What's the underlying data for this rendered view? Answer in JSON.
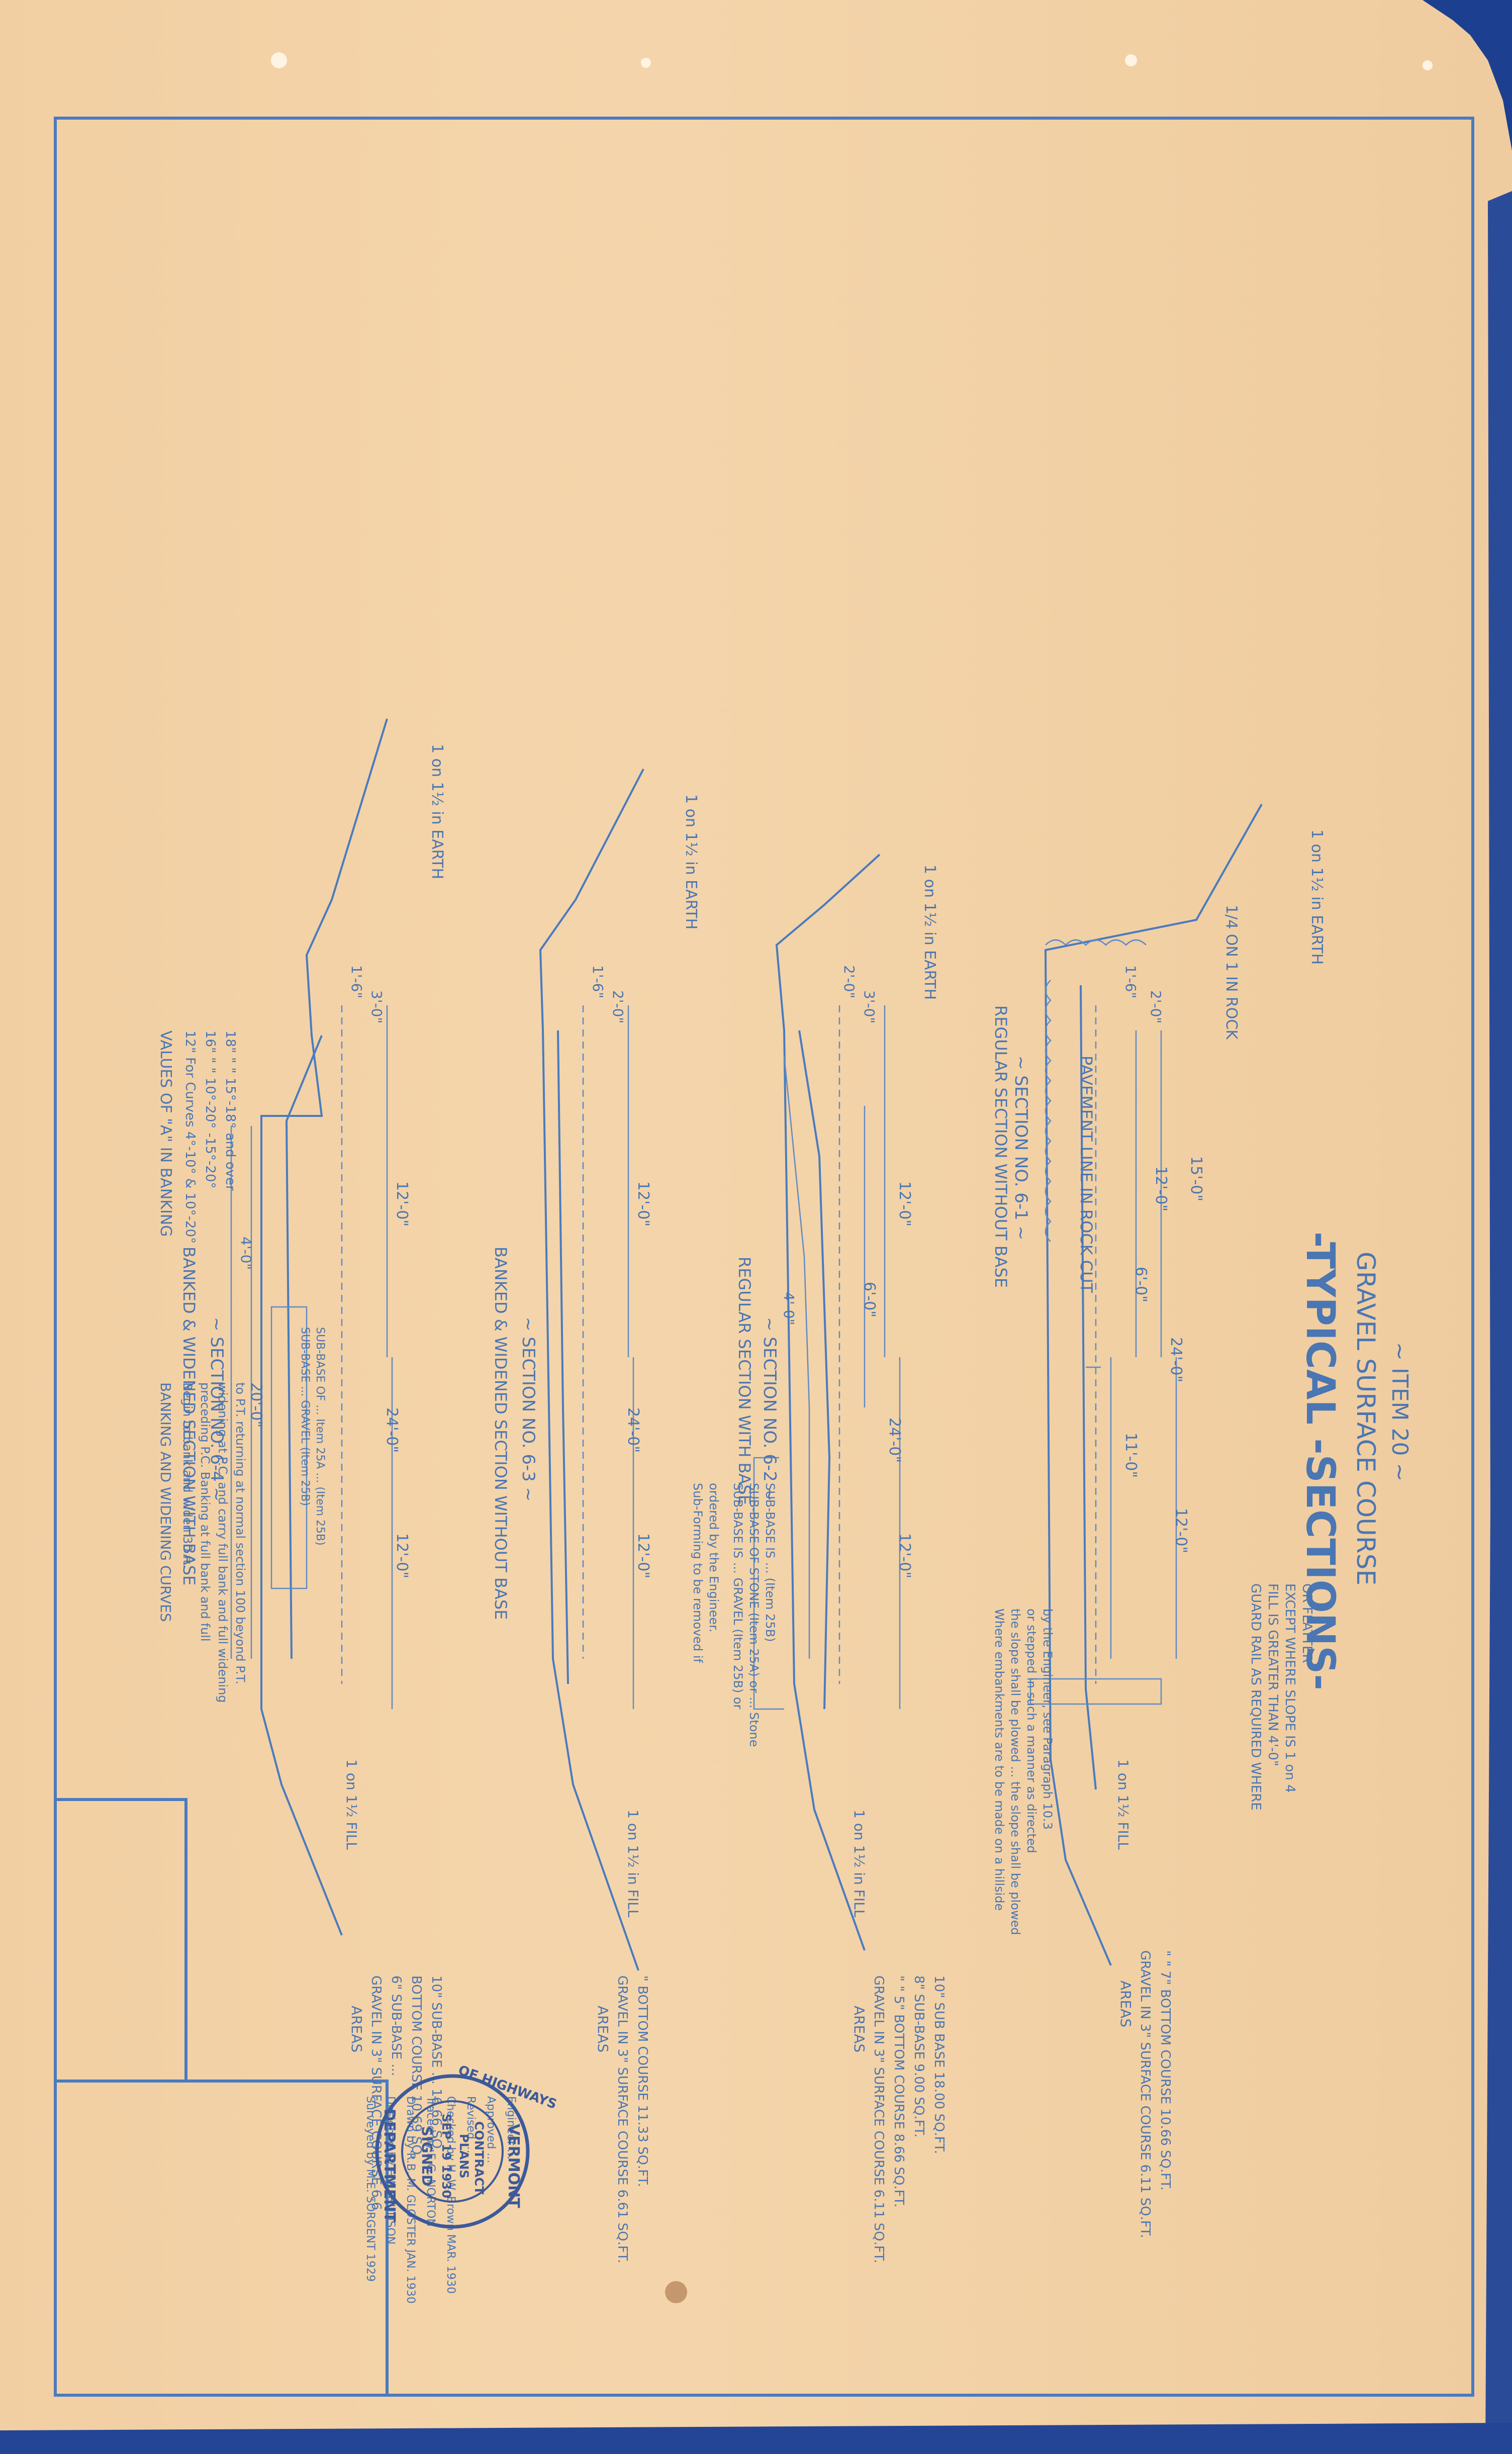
{
  "title": {
    "main": "-TYPICAL -SECTIONS-",
    "sub": "GRAVEL SURFACE COURSE",
    "item": "~ ITEM 20 ~"
  },
  "sections": [
    {
      "label": "~ SECTION NO. 6-1 ~",
      "caption": "REGULAR SECTION WITHOUT BASE",
      "slope_top": "1 on 1½ in EARTH",
      "slope_rock": "1/4 ON 1 IN ROCK",
      "rock_note": "PAVEMENT LINE IN ROCK CUT",
      "ditch": "1'-6\"",
      "depth_a": "2'-0\"",
      "half": "11'-0\"",
      "total": "24'-0\"",
      "shoulder": "15'-0\"",
      "lane": "6'-0\"",
      "lane_b": "12'-0\"",
      "fill_slope": "1 on 1½ FILL",
      "guard_note": [
        "GUARD RAIL AS REQUIRED WHERE",
        "FILL IS GREATER THAN 4'-0\"",
        "EXCEPT WHERE SLOPE IS 1 on 4",
        "OR FLATTER"
      ],
      "hillside_note": [
        "Where embankments are to be made on a hillside",
        "the slope shall be plowed ... the slope shall be plowed",
        "or stepped in such a manner as directed",
        "by the Engineer, see Paragraph 10.3"
      ],
      "areas_title": "AREAS",
      "areas": [
        "GRAVEL IN 3\" SURFACE COURSE  6.11 SQ.FT.",
        "\"   \" 7\" BOTTOM COURSE  10.66 SQ.FT."
      ]
    },
    {
      "label": "~ SECTION NO. 6-2 ~",
      "caption": "REGULAR SECTION WITH BASE",
      "slope_top": "1 on 1½ in EARTH",
      "ditch": "2'-0\"",
      "depth_a": "3'-0\"",
      "half": "12'-0\"",
      "total": "24'-0\"",
      "lane": "6'-0\"",
      "side": "4'-0\"",
      "fill_slope": "1 on 1½ in FILL",
      "base_note": [
        "SUB-BASE IS ... GRAVEL (Item 25B) or",
        "SUB-BASE OF STONE (Item 25A) or ... Stone",
        "SUB-BASE IS ... (Item 25B)"
      ],
      "forming_note": [
        "Sub-Forming to be removed if",
        "ordered by the Engineer."
      ],
      "areas_title": "AREAS",
      "areas": [
        "GRAVEL IN 3\" SURFACE COURSE  6.11 SQ.FT.",
        "\"   \" 5\" BOTTOM COURSE  8.66 SQ.FT.",
        "8\" SUB-BASE  9.00 SQ.FT.",
        "10\" SUB BASE  18.00 SQ.FT."
      ]
    },
    {
      "label": "~ SECTION NO. 6-3 ~",
      "caption": "BANKED & WIDENED SECTION WITHOUT BASE",
      "slope_top": "1 on 1½ in EARTH",
      "ditch": "1'-6\"",
      "depth_a": "2'-0\"",
      "half": "12'-0\"",
      "total": "24'-0\"",
      "fill_slope": "1 on 1½ in FILL",
      "areas_title": "AREAS",
      "areas": [
        "GRAVEL IN 3\" SURFACE COURSE  6.61 SQ.FT.",
        "\"   BOTTOM COURSE  11.33 SQ.FT."
      ]
    },
    {
      "label": "~ SECTION NO. 6-4 ~",
      "caption": "BANKED & WIDENED SECTION WITH BASE",
      "slope_top": "1 on 1½ in EARTH",
      "ditch": "1'-6\"",
      "depth_a": "3'-0\"",
      "half": "12'-0\"",
      "total": "24'-0\"",
      "width": "20'-0\"",
      "side": "4'-0\"",
      "fill_slope": "1 on 1½ FILL",
      "base_note": [
        "SUB-BASE ... GRAVEL (Item 25B)",
        "SUB-BASE OF ... Item 25A ... (Item 25B)"
      ],
      "values_title": "VALUES OF \"A\" IN BANKING",
      "values": [
        "12\"  For Curves  4°-10° & 10°-20°",
        "16\"   \"    \"    10°-20° -15°-20°",
        "18\"   \"    \"    15°-18° and over"
      ],
      "banking_title": "BANKING AND WIDENING CURVES",
      "banking": [
        "Begin to bank and widen 30 ft.",
        "preceding P.C. Banking at full bank and full",
        "widening at P.C. and carry full bank and full widening",
        "to P.T. returning at normal section 100 beyond P.T."
      ],
      "areas_title": "AREAS",
      "areas": [
        "GRAVEL IN 3\" SURFACE COURSE  6.6",
        "6\" SUB-BASE  ...",
        "BOTTOM COURSE  10.69 SQ.",
        "10\" SUB-BASE  ...  16.66 SQ."
      ]
    }
  ],
  "title_block": [
    "Surveyed by  M.E. SORGENT  1929",
    "Designed by  H.N. HUDSON",
    "Drawn by  R.B. M. GLOSTER  JAN. 1930",
    "Traced by  E.G. NORTON",
    "Checked by  H. W. Brown  MAR. 1930",
    "Revised  ...",
    "Approved  ...",
    "Engineer  ..."
  ],
  "stamp": {
    "ring_top": "VERMONT",
    "ring_left": "OF HIGHWAYS",
    "ring_bottom": "DEPARTMENT",
    "line1": "CONTRACT",
    "line2": "PLANS",
    "date": "SEP 19 1930",
    "signed": "SIGNED"
  }
}
